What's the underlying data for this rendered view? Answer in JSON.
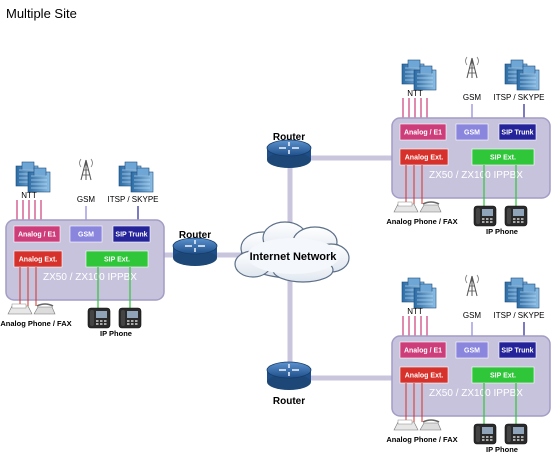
{
  "title": "Multiple Site",
  "network": {
    "cloud_label": "Internet Network",
    "router_label": "Router"
  },
  "site": {
    "pbx_label": "ZX50 / ZX100 IPPBX",
    "analog_e1": "Analog / E1",
    "gsm_port": "GSM",
    "sip_trunk": "SIP Trunk",
    "analog_ext": "Analog Ext.",
    "sip_ext": "SIP Ext.",
    "ntt": "NTT",
    "gsm": "GSM",
    "itsp": "ITSP / SKYPE",
    "analog_phone": "Analog Phone / FAX",
    "ip_phone": "IP Phone"
  },
  "colors": {
    "pbx_fill": "#c8c3dc",
    "pbx_border": "#a29cc6",
    "analog_e1": "#cc3d7a",
    "gsm_port": "#8b86dd",
    "sip_trunk": "#24239a",
    "analog_ext": "#d6312a",
    "sip_ext": "#2fc63a",
    "link": "#c9c5dc",
    "router": "#2f66a6",
    "server": "#4f8fc4"
  }
}
